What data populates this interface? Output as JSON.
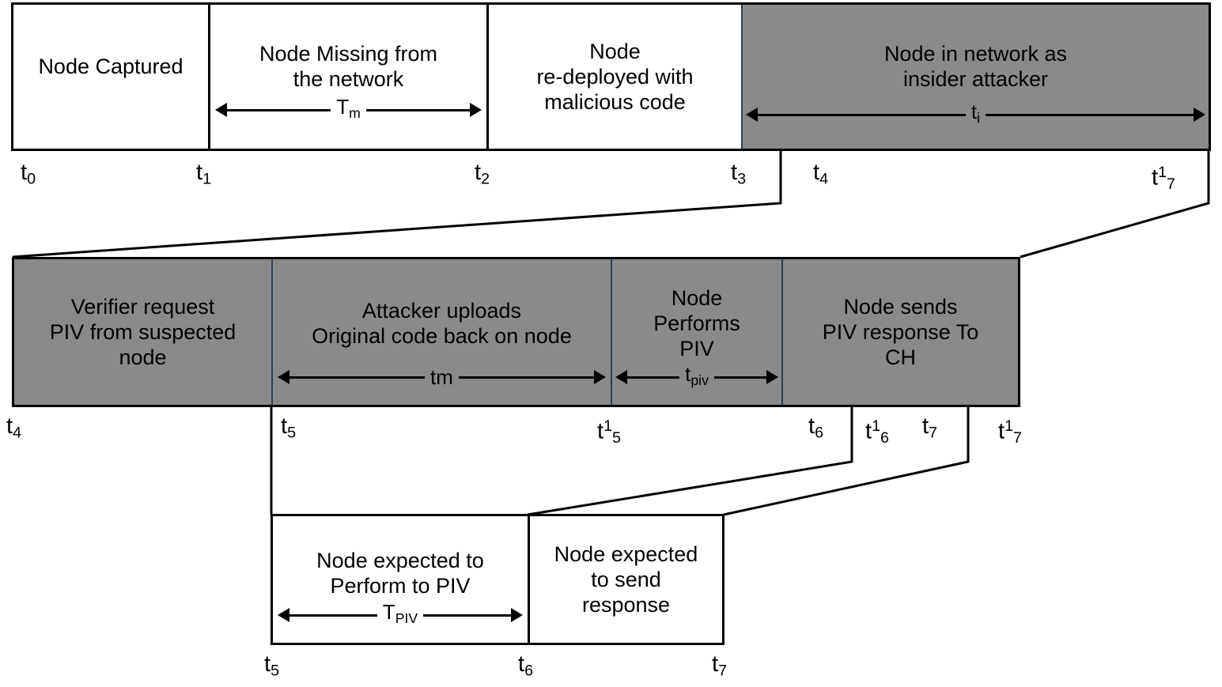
{
  "diagram": {
    "title": "Node capture attack timeline with PIV verification",
    "colors": {
      "fill_gray": "#8a8a8a",
      "fill_white": "#ffffff",
      "stroke_black": "#000000",
      "stroke_navy": "#2c4055"
    }
  },
  "row1": {
    "name": "capture-and-redeploy-timeline",
    "segments": [
      {
        "label": "Node Captured",
        "fill": "white"
      },
      {
        "label": "Node Missing from\nthe network",
        "fill": "white",
        "measure": "T_m"
      },
      {
        "label": "Node\nre-deployed with\nmalicious code",
        "fill": "white"
      },
      {
        "label": "Node in network as\ninsider attacker",
        "fill": "gray",
        "measure": "t_i"
      }
    ],
    "measures": [
      {
        "id": "Tm",
        "base": "T",
        "sub": "m"
      },
      {
        "id": "ti",
        "base": "t",
        "sub": "i"
      }
    ],
    "ticks": [
      {
        "base": "t",
        "sub": "0",
        "sup": ""
      },
      {
        "base": "t",
        "sub": "1",
        "sup": ""
      },
      {
        "base": "t",
        "sub": "2",
        "sup": ""
      },
      {
        "base": "t",
        "sub": "3",
        "sup": ""
      },
      {
        "base": "t",
        "sub": "4",
        "sup": ""
      },
      {
        "base": "t",
        "sub": "7",
        "sup": "1"
      }
    ]
  },
  "row2": {
    "name": "piv-verification-timeline",
    "segments": [
      {
        "label": "Verifier request\nPIV from suspected\nnode",
        "fill": "gray"
      },
      {
        "label": "Attacker uploads\nOriginal code back on node",
        "fill": "gray",
        "measure": "tm"
      },
      {
        "label": "Node\nPerforms\nPIV",
        "fill": "gray",
        "measure": "t_piv"
      },
      {
        "label": "Node sends\nPIV response To\nCH",
        "fill": "gray"
      }
    ],
    "measures": [
      {
        "id": "tm",
        "base": "tm",
        "sub": ""
      },
      {
        "id": "tpiv",
        "base": "t",
        "sub": "piv"
      }
    ],
    "ticks": [
      {
        "base": "t",
        "sub": "4",
        "sup": ""
      },
      {
        "base": "t",
        "sub": "5",
        "sup": ""
      },
      {
        "base": "t",
        "sub": "5",
        "sup": "1"
      },
      {
        "base": "t",
        "sub": "6",
        "sup": ""
      },
      {
        "base": "t",
        "sub": "6",
        "sup": "1"
      },
      {
        "base": "t",
        "sub": "7",
        "sup": ""
      },
      {
        "base": "t",
        "sub": "7",
        "sup": "1"
      }
    ]
  },
  "row3": {
    "name": "expected-behaviour-timeline",
    "segments": [
      {
        "label": "Node expected to\nPerform to PIV",
        "fill": "white",
        "measure": "T_PIV"
      },
      {
        "label": "Node expected\nto send\nresponse",
        "fill": "white"
      }
    ],
    "measures": [
      {
        "id": "TPIV",
        "base": "T",
        "sub": "PIV"
      }
    ],
    "ticks": [
      {
        "base": "t",
        "sub": "5",
        "sup": ""
      },
      {
        "base": "t",
        "sub": "6",
        "sup": ""
      },
      {
        "base": "t",
        "sub": "7",
        "sup": ""
      }
    ]
  }
}
